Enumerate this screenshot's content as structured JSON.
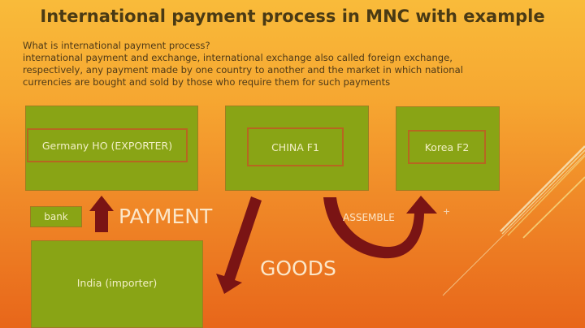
{
  "slide": {
    "title": "International payment process in MNC with example",
    "intro": {
      "question": "What is international payment process?",
      "lines": [
        "international payment and exchange, international exchange also called foreign exchange,",
        "respectively, any payment made by one country to another and the market in which national",
        "currencies are bought and sold by those who require them for such payments"
      ]
    }
  },
  "diagram": {
    "nodes": {
      "germany": "Germany HO (EXPORTER)",
      "china": "CHINA F1",
      "korea": "Korea  F2",
      "india": "India  (importer)",
      "bank": "bank"
    },
    "labels": {
      "payment": "PAYMENT",
      "goods": "GOODS",
      "assemble": "ASSEMBLE",
      "plus": "+"
    },
    "colors": {
      "box_fill": "#89a415",
      "box_inner_border": "#b76620",
      "arrow": "#7a1414",
      "background_top": "#f9bb3a",
      "background_bottom": "#e8661a"
    }
  }
}
